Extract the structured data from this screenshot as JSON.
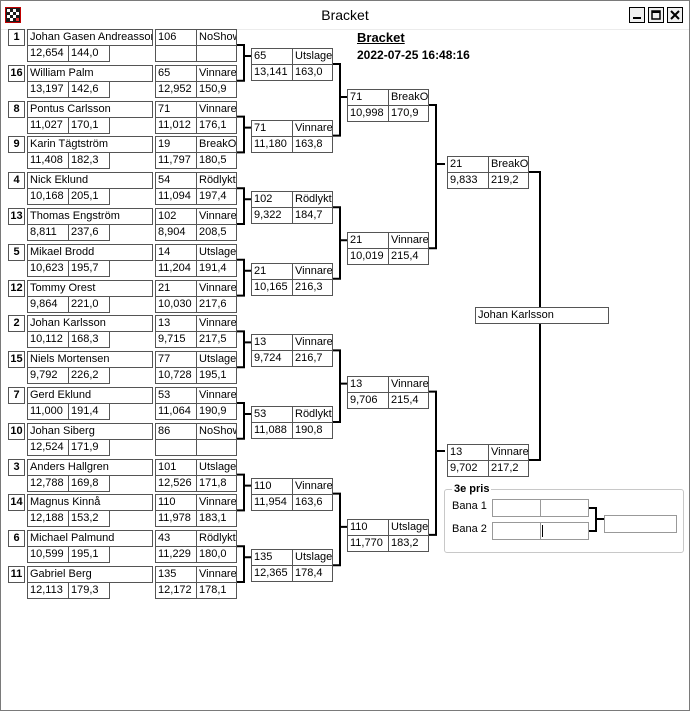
{
  "window": {
    "title": "Bracket"
  },
  "header": {
    "title": "Bracket",
    "datetime": "2022-07-25 16:48:16"
  },
  "seeds": [
    "1",
    "16",
    "8",
    "9",
    "4",
    "13",
    "5",
    "12",
    "2",
    "15",
    "7",
    "10",
    "3",
    "14",
    "6",
    "11"
  ],
  "players": [
    {
      "name": "Johan Gasen Andreasson",
      "avg": "12,654",
      "pct": "144,0"
    },
    {
      "name": "William Palm",
      "avg": "13,197",
      "pct": "142,6"
    },
    {
      "name": "Pontus Carlsson",
      "avg": "11,027",
      "pct": "170,1"
    },
    {
      "name": "Karin Tägtström",
      "avg": "11,408",
      "pct": "182,3"
    },
    {
      "name": "Nick Eklund",
      "avg": "10,168",
      "pct": "205,1"
    },
    {
      "name": "Thomas Engström",
      "avg": "8,811",
      "pct": "237,6"
    },
    {
      "name": "Mikael Brodd",
      "avg": "10,623",
      "pct": "195,7"
    },
    {
      "name": "Tommy Orest",
      "avg": "9,864",
      "pct": "221,0"
    },
    {
      "name": "Johan Karlsson",
      "avg": "10,112",
      "pct": "168,3"
    },
    {
      "name": "Niels Mortensen",
      "avg": "9,792",
      "pct": "226,2"
    },
    {
      "name": "Gerd Eklund",
      "avg": "11,000",
      "pct": "191,4"
    },
    {
      "name": "Johan Siberg",
      "avg": "12,524",
      "pct": "171,9"
    },
    {
      "name": "Anders Hallgren",
      "avg": "12,788",
      "pct": "169,8"
    },
    {
      "name": "Magnus Kinnå",
      "avg": "12,188",
      "pct": "153,2"
    },
    {
      "name": "Michael Palmund",
      "avg": "10,599",
      "pct": "195,1"
    },
    {
      "name": "Gabriel Berg",
      "avg": "12,113",
      "pct": "179,3"
    }
  ],
  "r1": [
    {
      "car": "106",
      "res": "NoShow",
      "t": "",
      "spd": ""
    },
    {
      "car": "65",
      "res": "Vinnare",
      "t": "12,952",
      "spd": "150,9"
    },
    {
      "car": "71",
      "res": "Vinnare",
      "t": "11,012",
      "spd": "176,1"
    },
    {
      "car": "19",
      "res": "BreakOut",
      "t": "11,797",
      "spd": "180,5"
    },
    {
      "car": "54",
      "res": "Rödlykta",
      "t": "11,094",
      "spd": "197,4"
    },
    {
      "car": "102",
      "res": "Vinnare",
      "t": "8,904",
      "spd": "208,5"
    },
    {
      "car": "14",
      "res": "Utslagen",
      "t": "11,204",
      "spd": "191,4"
    },
    {
      "car": "21",
      "res": "Vinnare",
      "t": "10,030",
      "spd": "217,6"
    },
    {
      "car": "13",
      "res": "Vinnare",
      "t": "9,715",
      "spd": "217,5"
    },
    {
      "car": "77",
      "res": "Utslagen",
      "t": "10,728",
      "spd": "195,1"
    },
    {
      "car": "53",
      "res": "Vinnare",
      "t": "11,064",
      "spd": "190,9"
    },
    {
      "car": "86",
      "res": "NoShow",
      "t": "",
      "spd": ""
    },
    {
      "car": "101",
      "res": "Utslagen",
      "t": "12,526",
      "spd": "171,8"
    },
    {
      "car": "110",
      "res": "Vinnare",
      "t": "11,978",
      "spd": "183,1"
    },
    {
      "car": "43",
      "res": "Rödlykta",
      "t": "11,229",
      "spd": "180,0"
    },
    {
      "car": "135",
      "res": "Vinnare",
      "t": "12,172",
      "spd": "178,1"
    }
  ],
  "r2": [
    {
      "car": "65",
      "res": "Utslagen",
      "t": "13,141",
      "spd": "163,0"
    },
    {
      "car": "71",
      "res": "Vinnare",
      "t": "11,180",
      "spd": "163,8"
    },
    {
      "car": "102",
      "res": "Rödlykta",
      "t": "9,322",
      "spd": "184,7"
    },
    {
      "car": "21",
      "res": "Vinnare",
      "t": "10,165",
      "spd": "216,3"
    },
    {
      "car": "13",
      "res": "Vinnare",
      "t": "9,724",
      "spd": "216,7"
    },
    {
      "car": "53",
      "res": "Rödlykta",
      "t": "11,088",
      "spd": "190,8"
    },
    {
      "car": "110",
      "res": "Vinnare",
      "t": "11,954",
      "spd": "163,6"
    },
    {
      "car": "135",
      "res": "Utslagen",
      "t": "12,365",
      "spd": "178,4"
    }
  ],
  "r3": [
    {
      "car": "71",
      "res": "BreakOut",
      "t": "10,998",
      "spd": "170,9"
    },
    {
      "car": "21",
      "res": "Vinnare",
      "t": "10,019",
      "spd": "215,4"
    },
    {
      "car": "13",
      "res": "Vinnare",
      "t": "9,706",
      "spd": "215,4"
    },
    {
      "car": "110",
      "res": "Utslagen",
      "t": "11,770",
      "spd": "183,2"
    }
  ],
  "r4": [
    {
      "car": "21",
      "res": "BreakOut",
      "t": "9,833",
      "spd": "219,2"
    },
    {
      "car": "13",
      "res": "Vinnare",
      "t": "9,702",
      "spd": "217,2"
    }
  ],
  "winner": "Johan Karlsson",
  "third_place": {
    "label": "3e pris",
    "lane1": "Bana 1",
    "lane2": "Bana 2"
  }
}
